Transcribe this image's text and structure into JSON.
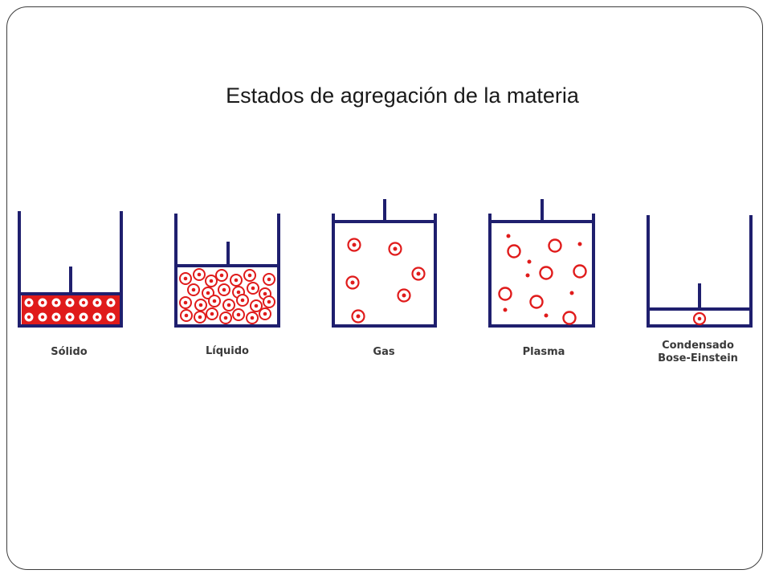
{
  "title": "Estados de agregación de la materia",
  "colors": {
    "container": "#1f1f6e",
    "particle": "#e01b1b",
    "label": "#3a3a3a",
    "frame": "#3c3c3c"
  },
  "states": [
    {
      "id": "solido",
      "label": "Sólido"
    },
    {
      "id": "liquido",
      "label": "Líquido"
    },
    {
      "id": "gas",
      "label": "Gas"
    },
    {
      "id": "plasma",
      "label": "Plasma"
    },
    {
      "id": "bec",
      "label_line1": "Condensado",
      "label_line2": "Bose-Einstein"
    }
  ]
}
